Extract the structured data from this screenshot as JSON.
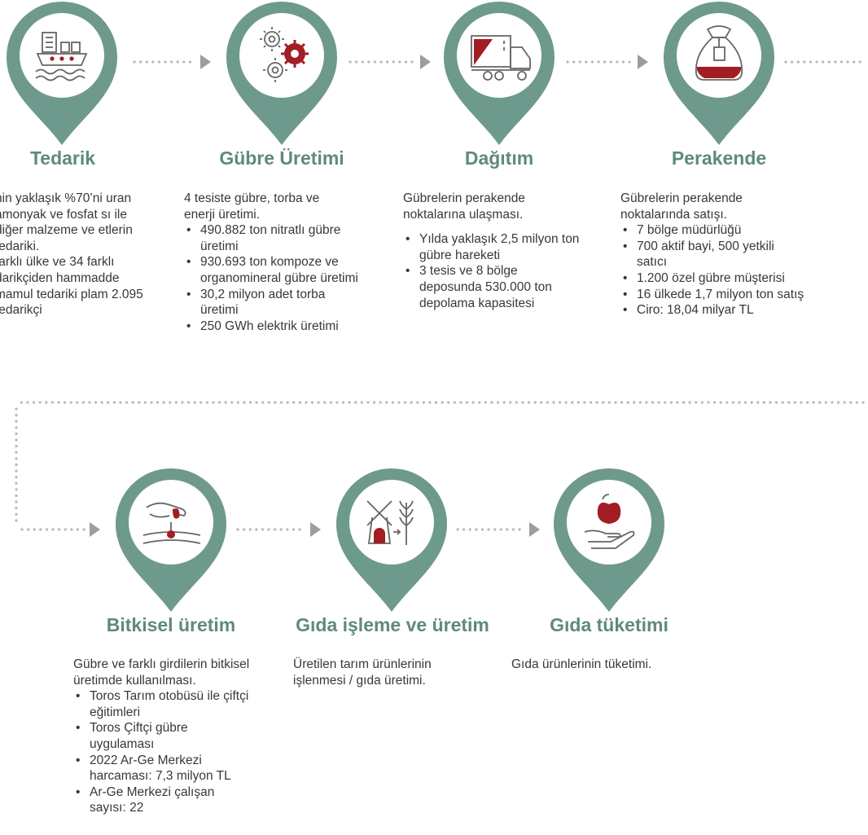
{
  "colors": {
    "teal": "#6e9a8d",
    "teal_dark": "#5e8a7c",
    "red": "#a21d24",
    "dot": "#b8b8b8"
  },
  "stages": [
    {
      "title": "Tedarik",
      "icon": "ship-icon",
      "intro": "nin yaklaşık %70’ni uran amonyak ve fosfat sı ile diğer malzeme ve etlerin tedariki.",
      "items": [],
      "tail": "farklı ülke ve 34 farklı darikçiden hammadde mamul tedariki plam 2.095 tedarikçi"
    },
    {
      "title": "Gübre Üretimi",
      "icon": "gears-icon",
      "intro": "4 tesiste gübre, torba ve enerji üretimi.",
      "items": [
        "490.882 ton nitratlı gübre üretimi",
        "930.693 ton kompoze ve organomineral gübre üretimi",
        "30,2 milyon adet torba üretimi",
        "250 GWh elektrik üretimi"
      ]
    },
    {
      "title": "Dağıtım",
      "icon": "truck-icon",
      "intro": "Gübrelerin perakende noktalarına ulaşması.",
      "items": [
        "Yılda yaklaşık 2,5 milyon ton gübre hareketi",
        "3 tesis ve 8 bölge deposunda 530.000 ton depolama kapasitesi"
      ]
    },
    {
      "title": "Perakende",
      "icon": "fertilizer-bag-icon",
      "intro": "Gübrelerin perakende noktalarında satışı.",
      "items": [
        "7 bölge müdürlüğü",
        "700 aktif bayi, 500 yetkili satıcı",
        "1.200 özel gübre müşterisi",
        "16 ülkede 1,7 milyon ton satış",
        "Ciro: 18,04 milyar TL"
      ]
    },
    {
      "title": "Bitkisel üretim",
      "icon": "planting-hand-icon",
      "intro": "Gübre ve farklı girdilerin bitkisel üretimde kullanılması.",
      "items": [
        "Toros Tarım otobüsü ile çiftçi eğitimleri",
        "Toros Çiftçi gübre uygulaması",
        "2022 Ar-Ge Merkezi harcaması: 7,3 milyon TL",
        "Ar-Ge Merkezi çalışan sayısı: 22"
      ]
    },
    {
      "title": "Gıda işleme ve üretim",
      "icon": "windmill-wheat-icon",
      "intro": "Üretilen tarım ürünlerinin işlenmesi / gıda üretimi.",
      "items": []
    },
    {
      "title": "Gıda tüketimi",
      "icon": "apple-hand-icon",
      "intro": "Gıda ürünlerinin tüketimi.",
      "items": []
    }
  ]
}
